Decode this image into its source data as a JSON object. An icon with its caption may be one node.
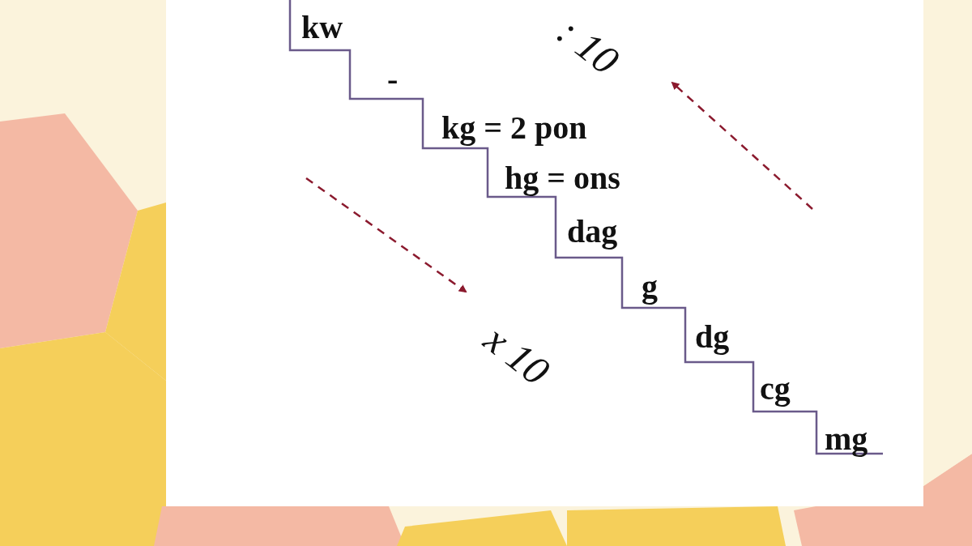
{
  "diagram": {
    "labels": [
      "kw",
      "-",
      "kg = 2 pon",
      "hg = ons",
      "dag",
      "g",
      "dg",
      "cg",
      "mg",
      ": 10",
      "x 10"
    ]
  }
}
